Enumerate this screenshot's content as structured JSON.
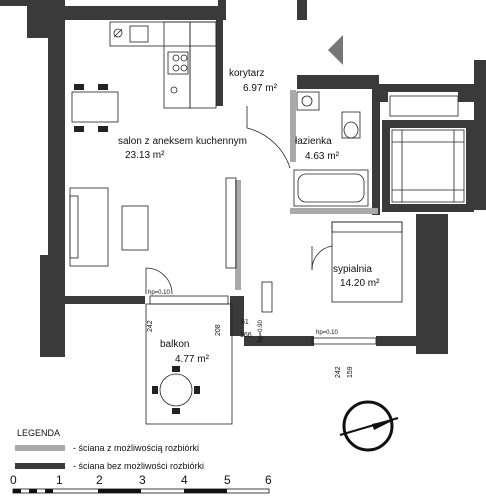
{
  "rooms": {
    "korytarz": {
      "name": "korytarz",
      "area": "6.97  m²"
    },
    "salon": {
      "name": "salon z aneksem kuchennym",
      "area": "23.13  m²"
    },
    "lazienka": {
      "name": "łazienka",
      "area": "4.63  m²"
    },
    "sypialnia": {
      "name": "sypialnia",
      "area": "14.20  m²"
    },
    "balkon": {
      "name": "balkon",
      "area": "4.77  m²"
    }
  },
  "dimensions": {
    "hp_left": "hp=0.10",
    "hp_right": "hp=0.10",
    "d242_left": "242",
    "d208": "208",
    "d61": "61",
    "d166": "166",
    "d180": "hp=0.90",
    "d242_right": "242",
    "d159": "159"
  },
  "legend": {
    "title": "LEGENDA",
    "removable": "- ściana z możliwością rozbiórki",
    "fixed": "- ściana bez możliwości rozbiórki",
    "colors": {
      "removable": "#a9a9a9",
      "fixed": "#3a3a3a"
    }
  },
  "scale": {
    "ticks": [
      "0",
      "1",
      "2",
      "3",
      "4",
      "5",
      "6"
    ],
    "unit": "m"
  }
}
